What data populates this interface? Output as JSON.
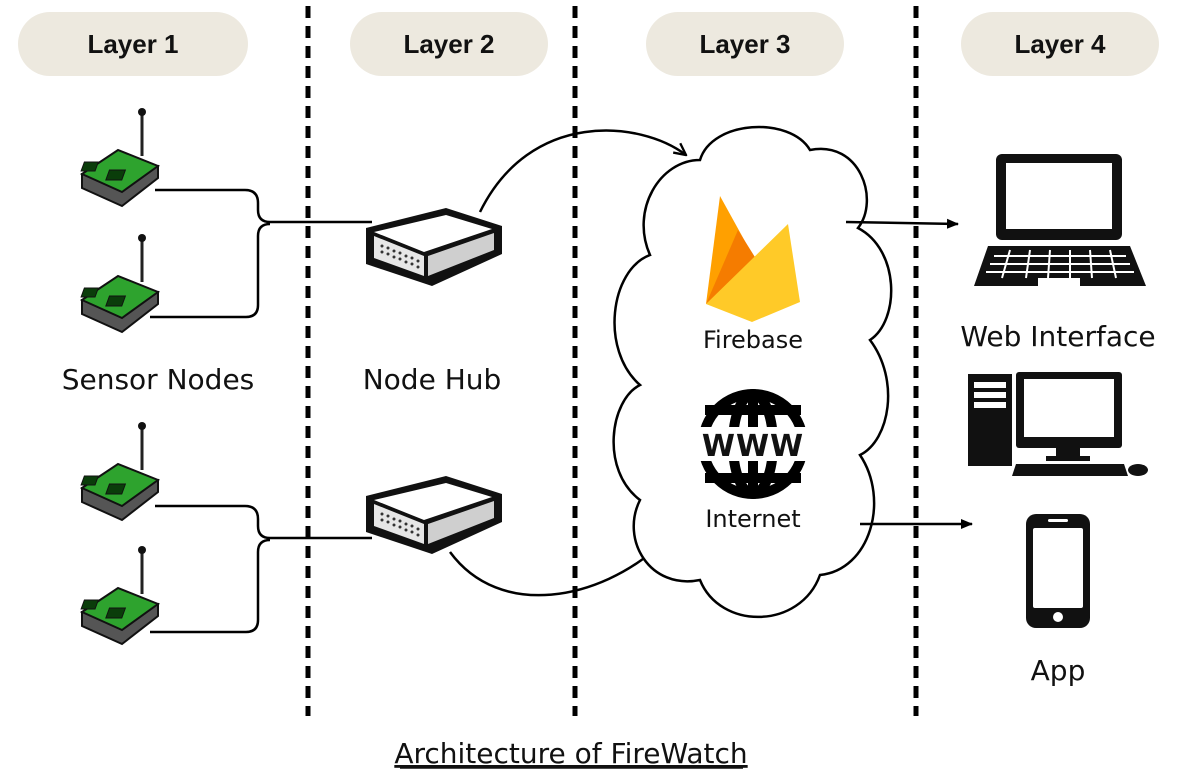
{
  "layers": [
    {
      "label": "Layer 1"
    },
    {
      "label": "Layer 2"
    },
    {
      "label": "Layer 3"
    },
    {
      "label": "Layer 4"
    }
  ],
  "layer1": {
    "label": "Sensor Nodes"
  },
  "layer2": {
    "label": "Node Hub"
  },
  "layer3": {
    "firebase_label": "Firebase",
    "www_label": "WWW",
    "internet_label": "Internet"
  },
  "layer4": {
    "web_label": "Web Interface",
    "app_label": "App"
  },
  "caption": "Architecture of FireWatch",
  "colors": {
    "pill_fill": "#ede9df",
    "sensor_green": "#2ea32e",
    "firebase_yellow": "#ffca28",
    "firebase_orange": "#f57c00",
    "firebase_amber": "#ffa000"
  }
}
